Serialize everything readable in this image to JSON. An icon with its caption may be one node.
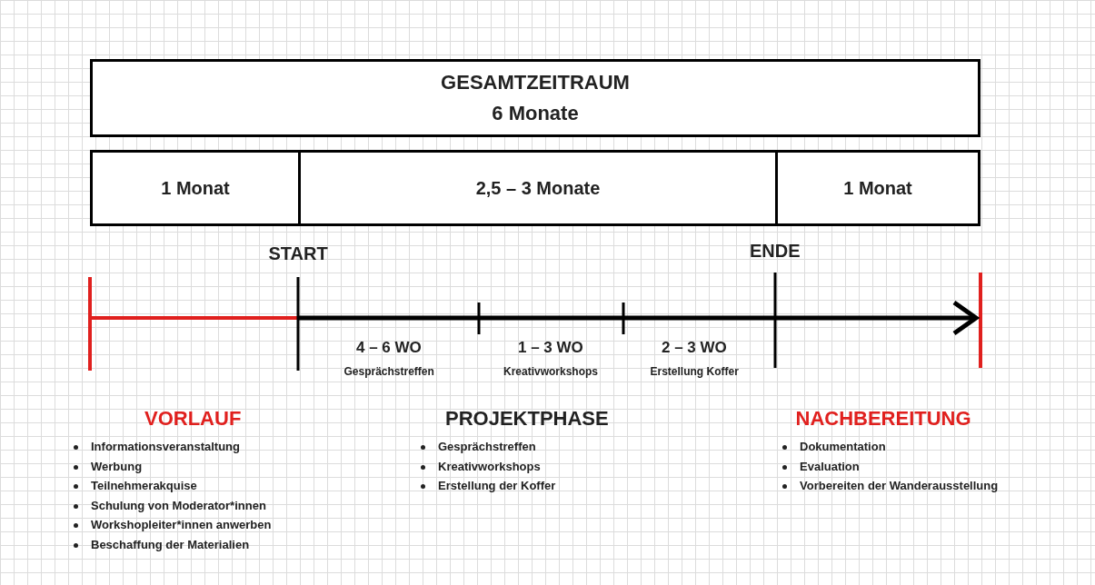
{
  "diagram": {
    "nodes": [
      {
        "text": [
          "GESAMTZEITRAUM",
          "6 Monate"
        ]
      },
      {
        "text": [
          "1 Monat"
        ]
      },
      {
        "text": [
          "2,5 – 3 Monate"
        ]
      },
      {
        "text": [
          "1 Monat"
        ]
      }
    ],
    "labels": [
      "START",
      "ENDE",
      "4 – 6 WO",
      "Gesprächstreffen",
      "1 – 3 WO",
      "Kreativworkshops",
      "2 – 3 WO",
      "Erstellung Koffer",
      "VORLAUF",
      "Informationsveranstaltung",
      "Werbung",
      "Teilnehmerakquise",
      "Schulung von Moderator*innen",
      "Workshopleiter*innen anwerben",
      "Beschaffung der Materialien",
      "PROJEKTPHASE",
      "Gesprächstreffen",
      "Kreativworkshops",
      "Erstellung der Koffer",
      "NACHBEREITUNG",
      "Dokumentation",
      "Evaluation",
      "Vorbereiten der Wanderausstellung"
    ]
  }
}
